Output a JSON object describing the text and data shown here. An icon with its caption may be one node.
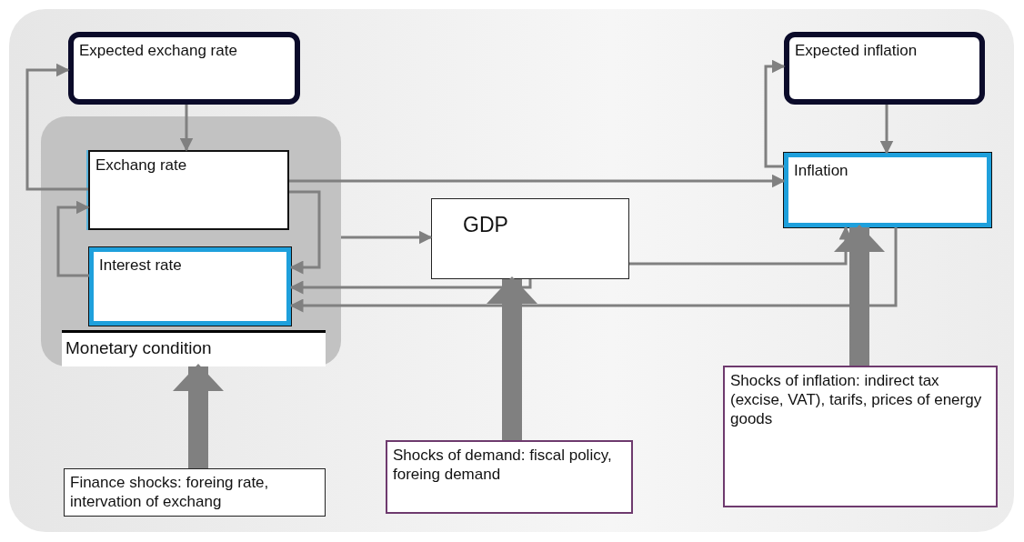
{
  "diagram": {
    "nodes": [
      {
        "text": [
          "Expected exchang rate"
        ]
      },
      {
        "text": [
          "Monetary condition"
        ]
      },
      {
        "text": [
          "Exchang rate"
        ],
        "in": 1
      },
      {
        "text": [
          "Interest rate"
        ],
        "in": 1
      },
      {
        "text": [
          "GDP"
        ]
      },
      {
        "text": [
          "Expected inflation"
        ]
      },
      {
        "text": [
          "Inflation"
        ]
      },
      {
        "text": [
          "Finance shocks: foreing rate, intervation of exchang"
        ]
      },
      {
        "text": [
          "Shocks of demand: fiscal policy, foreing demand"
        ]
      },
      {
        "text": [
          "Shocks of inflation: indirect tax (excise, VAT), tarifs, prices of energy goods"
        ]
      }
    ],
    "edges": [
      {
        "from": 0,
        "to": 2,
        "arrow": "to"
      },
      {
        "from": 2,
        "to": 0,
        "arrow": "to"
      },
      {
        "from": 3,
        "to": 2,
        "arrow": "to"
      },
      {
        "from": 2,
        "to": 3,
        "arrow": "to"
      },
      {
        "from": 2,
        "to": 6,
        "arrow": "to"
      },
      {
        "from": 1,
        "to": 4,
        "arrow": "to"
      },
      {
        "from": 4,
        "to": 3,
        "arrow": "to"
      },
      {
        "from": 4,
        "to": 6,
        "arrow": "to"
      },
      {
        "from": 6,
        "to": 3,
        "arrow": "to"
      },
      {
        "from": 6,
        "to": 5,
        "arrow": "to"
      },
      {
        "from": 5,
        "to": 6,
        "arrow": "to"
      },
      {
        "from": 7,
        "to": 1,
        "arrow": "to",
        "style": "thick"
      },
      {
        "from": 8,
        "to": 4,
        "arrow": "to",
        "style": "thick"
      },
      {
        "from": 9,
        "to": 6,
        "arrow": "to",
        "style": "thick"
      }
    ]
  }
}
